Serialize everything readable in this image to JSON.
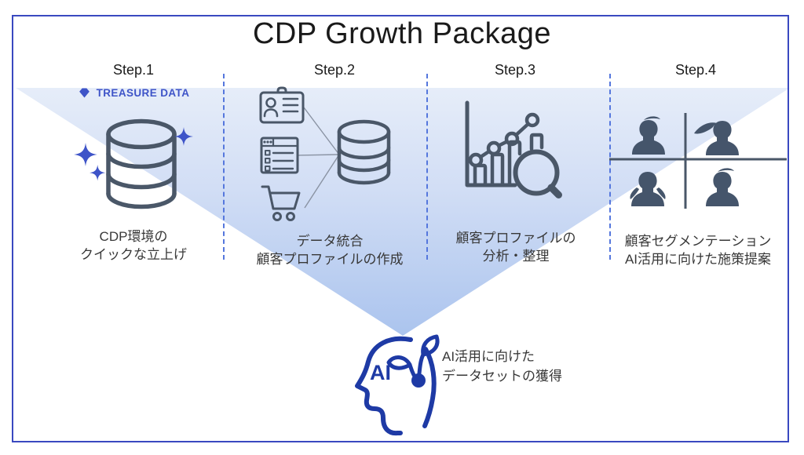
{
  "title": "CDP Growth Package",
  "brand": {
    "name": "TREASURE DATA"
  },
  "steps": [
    {
      "label": "Step.1",
      "caption1": "CDP環境の",
      "caption2": "クイックな立上げ"
    },
    {
      "label": "Step.2",
      "caption1": "データ統合",
      "caption2": "顧客プロファイルの作成"
    },
    {
      "label": "Step.3",
      "caption1": "顧客プロファイルの",
      "caption2": "分析・整理"
    },
    {
      "label": "Step.4",
      "caption1": "顧客セグメンテーション",
      "caption2": "AI活用に向けた施策提案"
    }
  ],
  "outcome": {
    "ai_label": "AI",
    "caption1": "AI活用に向けた",
    "caption2": "データセットの獲得"
  },
  "colors": {
    "frame_border": "#3a49c0",
    "brand_blue": "#3e54c8",
    "icon_stroke": "#4a5768",
    "silhouette_fill": "#45556b",
    "divider_blue": "#5577dd",
    "funnel_top": "#e6edf9",
    "funnel_bottom": "#abc4ee",
    "head_icon_blue": "#1e3aa5"
  }
}
